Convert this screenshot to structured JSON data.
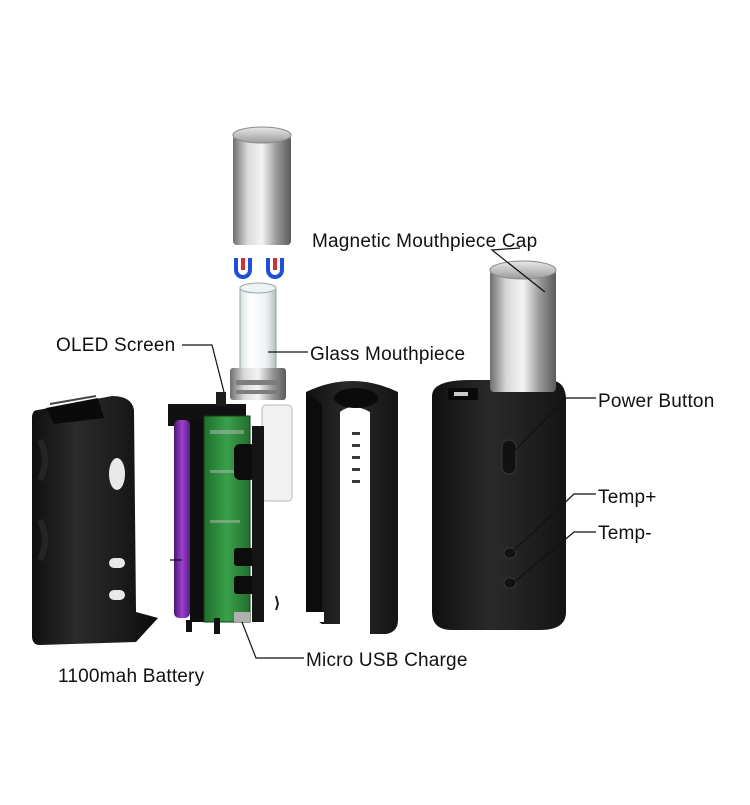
{
  "labels": {
    "magnetic_cap": "Magnetic Mouthpiece Cap",
    "oled_screen": "OLED Screen",
    "glass_mouthpiece": "Glass Mouthpiece",
    "power_button": "Power Button",
    "temp_plus": "Temp+",
    "temp_minus": "Temp-",
    "micro_usb": "Micro USB Charge",
    "battery": "1100mah Battery"
  },
  "colors": {
    "background": "#ffffff",
    "shell": "#1a1a1a",
    "metal": "#b8b8b8",
    "pcb": "#2e8b3a",
    "battery": "#7b2fa8",
    "magnet_red": "#d0312d",
    "magnet_blue": "#1f4fd6",
    "leader_line": "#111111"
  }
}
